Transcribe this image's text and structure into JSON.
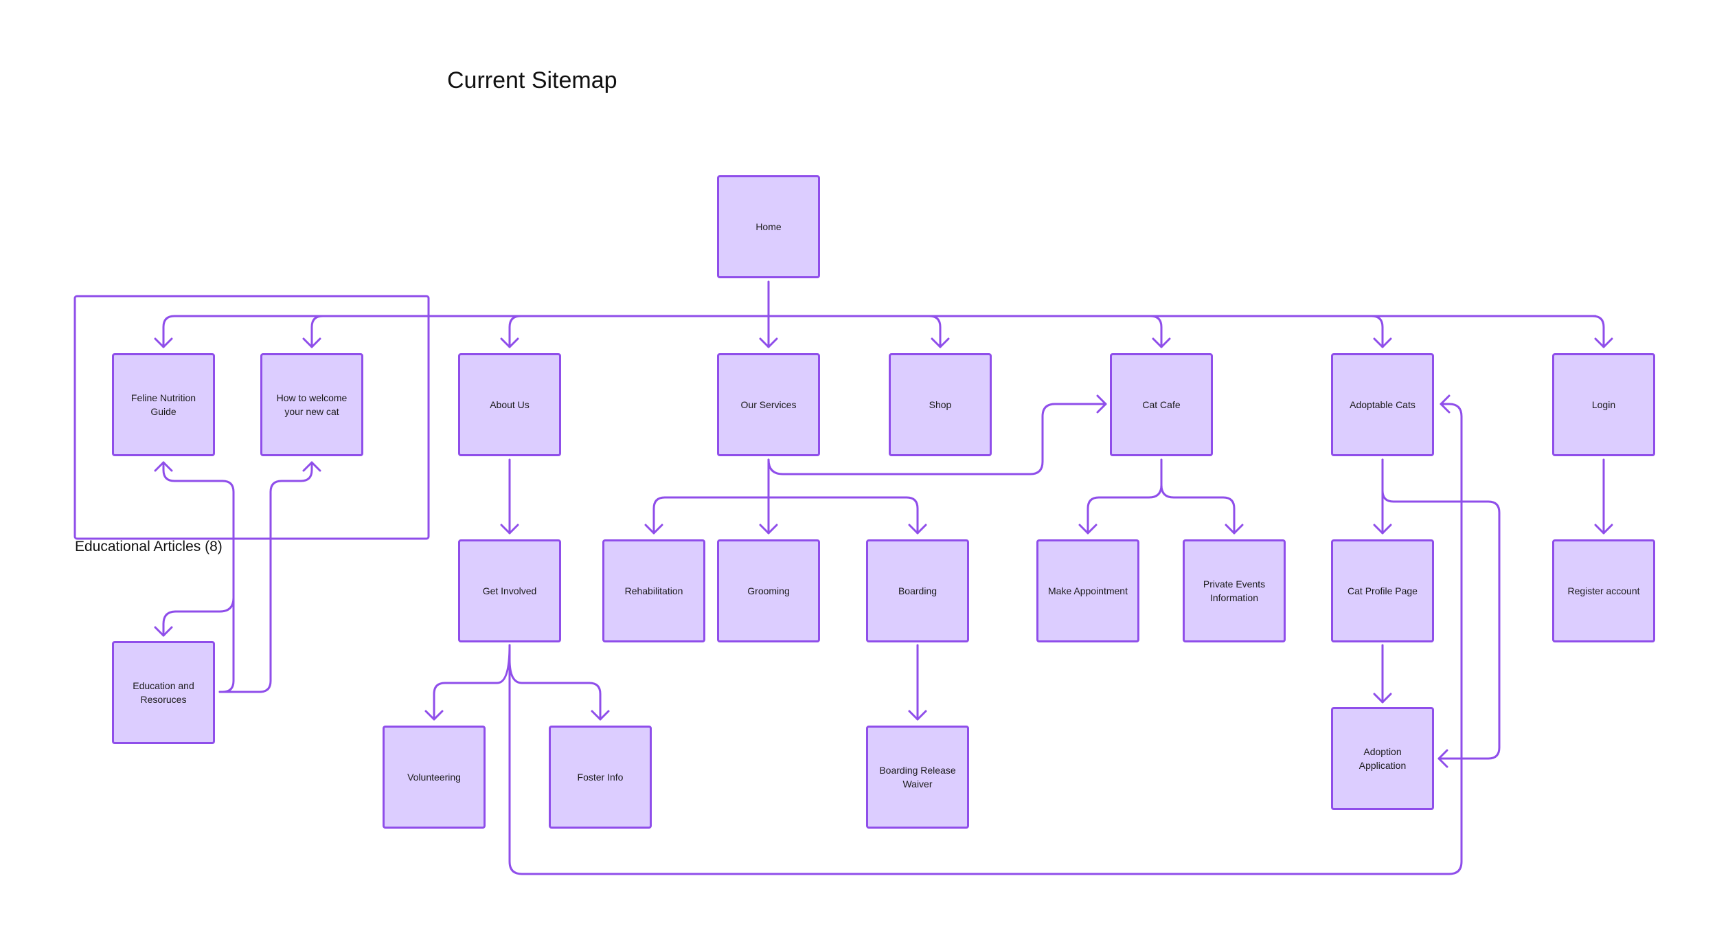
{
  "title": "Current Sitemap",
  "group_label": "Educational Articles (8)",
  "colors": {
    "node_fill": "#dccdff",
    "node_border": "#8f4eea",
    "connector": "#8f4eea"
  },
  "nodes": {
    "home": "Home",
    "feline_nutrition": "Feline Nutrition Guide",
    "welcome_cat": "How to welcome your new cat",
    "about_us": "About Us",
    "our_services": "Our Services",
    "shop": "Shop",
    "cat_cafe": "Cat Cafe",
    "adoptable_cats": "Adoptable Cats",
    "login": "Login",
    "get_involved": "Get Involved",
    "rehabilitation": "Rehabilitation",
    "grooming": "Grooming",
    "boarding": "Boarding",
    "make_appointment": "Make Appointment",
    "private_events": "Private Events Information",
    "cat_profile": "Cat Profile Page",
    "register": "Register account",
    "education": "Education and Resoruces",
    "volunteering": "Volunteering",
    "foster": "Foster Info",
    "boarding_waiver": "Boarding Release Waiver",
    "adoption_app": "Adoption Application"
  }
}
